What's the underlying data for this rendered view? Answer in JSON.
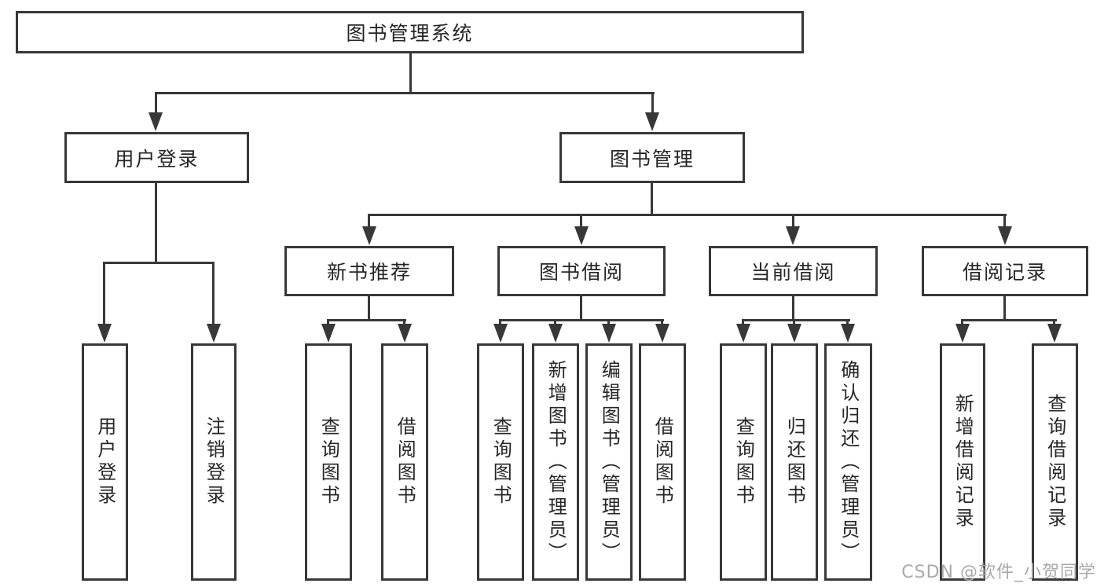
{
  "title": {
    "label": "图书管理系统"
  },
  "branches": {
    "user_login": "用户登录",
    "book_mgmt": "图书管理",
    "new_books": "新书推荐",
    "book_borrow": "图书借阅",
    "current_borrow": "当前借阅",
    "borrow_records": "借阅记录"
  },
  "leaves": {
    "login": "用户登录",
    "logout": "注销登录",
    "nb_query": "查询图书",
    "nb_borrow": "借阅图书",
    "bb_query": "查询图书",
    "bb_add": "新增图书（管理员）",
    "bb_edit": "编辑图书（管理员）",
    "bb_borrow": "借阅图书",
    "cb_query": "查询图书",
    "cb_return": "归还图书",
    "cb_confirm": "确认归还（管理员）",
    "br_add": "新增借阅记录",
    "br_query": "查询借阅记录"
  },
  "watermark": "CSDN @软件_小贺同学",
  "colors": {
    "line": "#383838",
    "text": "#262626",
    "watermark": "#a9a9a9",
    "background": "#ffffff"
  }
}
